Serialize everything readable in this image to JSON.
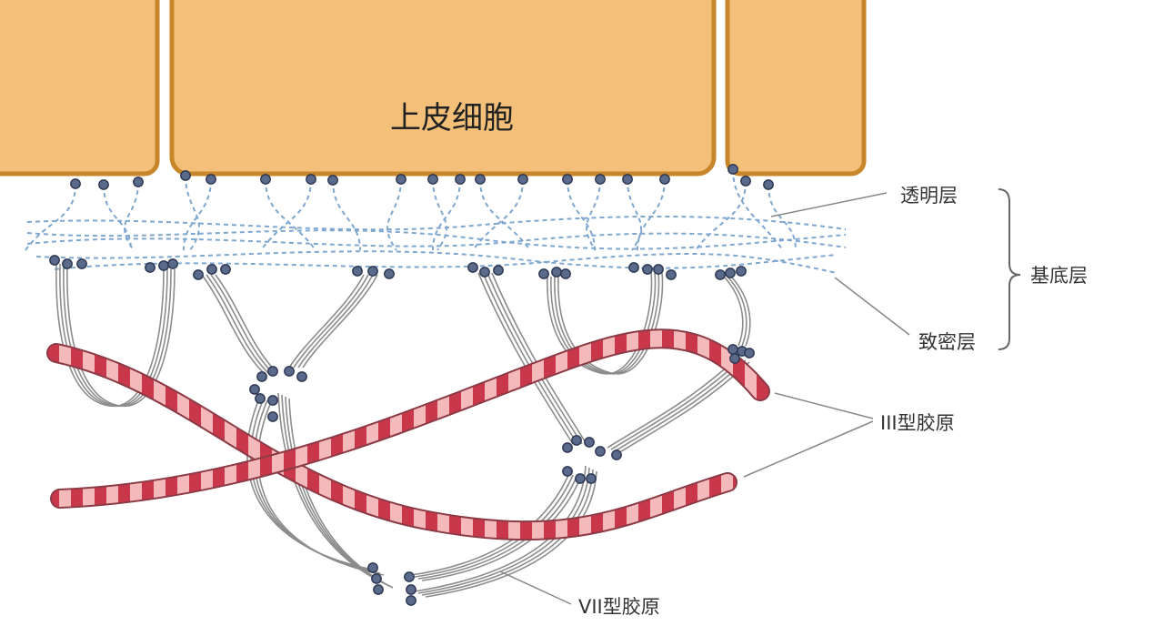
{
  "cell_label": "上皮细胞",
  "labels": {
    "lamina_lucida": "透明层",
    "basal_lamina": "基底层",
    "lamina_densa": "致密层",
    "collagen_iii": "III型胶原",
    "collagen_vii": "VII型胶原"
  },
  "colors": {
    "cell_fill": "#f4c079",
    "cell_border": "#c8862a",
    "anchor_dot": "#5a6a8a",
    "anchor_dot_border": "#2b3550",
    "dashed_fiber": "#7fa7cf",
    "fibril_line": "#8c8c8c",
    "collagen_dark": "#c8374a",
    "collagen_light": "#f4b9ba",
    "leader_line": "#888888",
    "label_text": "#333333"
  }
}
